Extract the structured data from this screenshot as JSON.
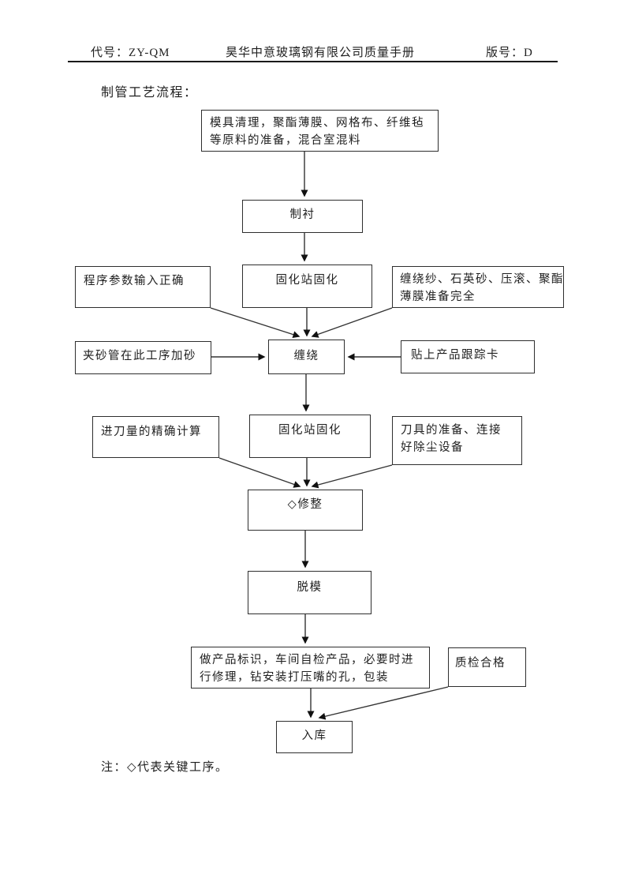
{
  "header": {
    "code": "代号：ZY-QM",
    "title": "昊华中意玻璃钢有限公司质量手册",
    "version": "版号：D"
  },
  "section_title": "制管工艺流程：",
  "flowchart": {
    "nodes": {
      "prep": {
        "line1": "模具清理，聚酯薄膜、网格布、纤维毡",
        "line2": "等原料的准备，混合室混料"
      },
      "lining": {
        "label": "制衬"
      },
      "param_input": {
        "label": "程序参数输入正确"
      },
      "cure1": {
        "label": "固化站固化"
      },
      "winding_prep": {
        "line1": "缠绕纱、石英砂、压滚、聚酯",
        "line2": "薄膜准备完全"
      },
      "sand_pipe": {
        "label": "夹砂管在此工序加砂"
      },
      "winding": {
        "label": "缠绕"
      },
      "tracking_card": {
        "label": "贴上产品跟踪卡"
      },
      "feed_calc": {
        "label": "进刀量的精确计算"
      },
      "cure2": {
        "label": "固化站固化"
      },
      "tool_prep": {
        "line1": "刀具的准备、连接",
        "line2": "好除尘设备"
      },
      "trimming": {
        "label": "◇修整"
      },
      "demolding": {
        "label": "脱模"
      },
      "finishing": {
        "line1": "做产品标识，车间自检产品，必要时进",
        "line2": "行修理，钻安装打压嘴的孔，包装"
      },
      "qc_pass": {
        "label": "质检合格"
      },
      "storage": {
        "label": "入库"
      }
    }
  },
  "note": "注：◇代表关键工序。",
  "colors": {
    "background": "#ffffff",
    "text": "#1f1f1f",
    "border": "#2e2e2e",
    "arrow": "#333333"
  }
}
